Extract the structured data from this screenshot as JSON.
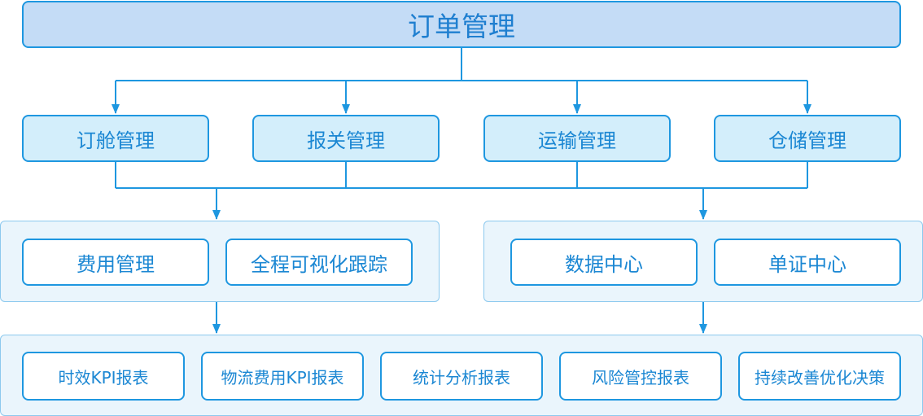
{
  "root": {
    "label": "订单管理"
  },
  "level2": [
    "订舱管理",
    "报关管理",
    "运输管理",
    "仓储管理"
  ],
  "group_left": [
    "费用管理",
    "全程可视化跟踪"
  ],
  "group_right": [
    "数据中心",
    "单证中心"
  ],
  "reports": [
    "时效KPI报表",
    "物流费用KPI报表",
    "统计分析报表",
    "风险管控报表",
    "持续改善优化决策"
  ],
  "colors": {
    "line": "#1e97e0",
    "root_fill": "#c4dcf6",
    "level2_fill": "#d3eefb",
    "group_fill": "#eaf5fc",
    "text": "#1b87d3"
  }
}
